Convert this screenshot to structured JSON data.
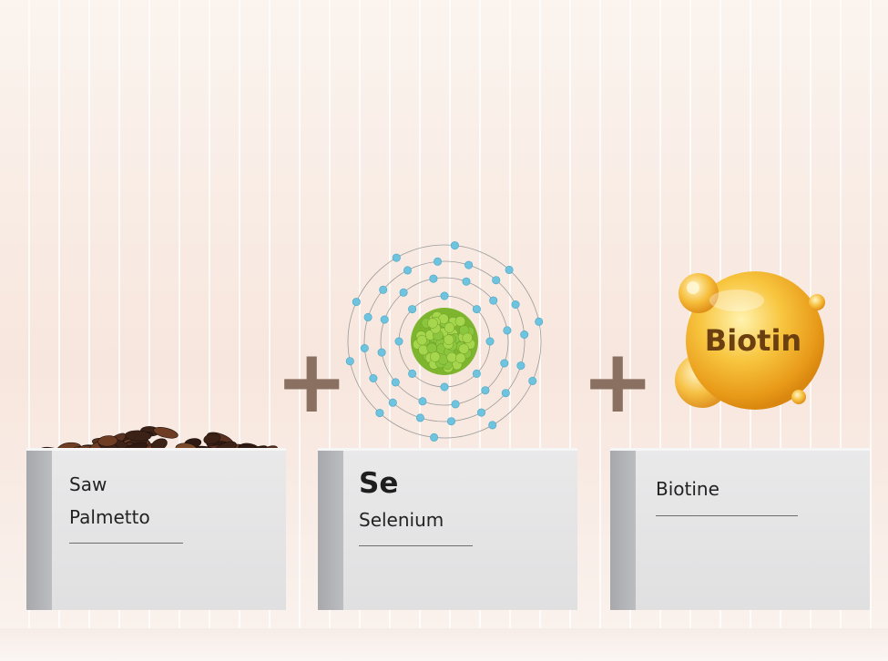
{
  "ingredients": [
    {
      "line1": "Saw",
      "line2": "Palmetto"
    },
    {
      "symbol": "Se",
      "name": "Selenium"
    },
    {
      "name": "Biotine"
    }
  ],
  "plus_sign": "+",
  "biotin_badge": "Biotin",
  "colors": {
    "plus": "#8a7060",
    "plinth_face": "#e3e3e4",
    "plinth_side": "#a9aaad",
    "electron": "#6ec3de",
    "nucleus": "#8cc63f",
    "biotin_gold": "#f4b32b"
  },
  "icons": [
    "saw-palmetto-berries-image",
    "selenium-atom-icon",
    "biotin-sphere-icon"
  ]
}
